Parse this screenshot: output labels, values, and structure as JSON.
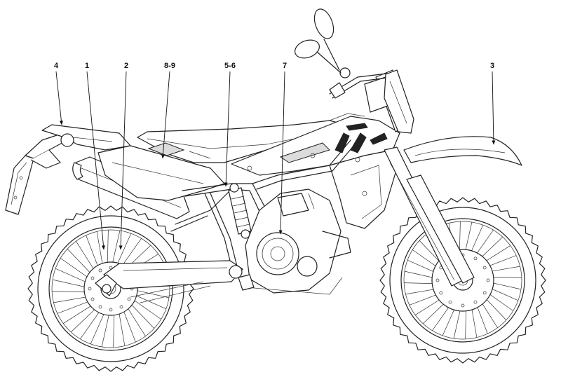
{
  "callouts": [
    {
      "id": "c4",
      "label": "4"
    },
    {
      "id": "c1",
      "label": "1"
    },
    {
      "id": "c2",
      "label": "2"
    },
    {
      "id": "c89",
      "label": "8-9"
    },
    {
      "id": "c56",
      "label": "5-6"
    },
    {
      "id": "c7",
      "label": "7"
    },
    {
      "id": "c3",
      "label": "3"
    }
  ]
}
